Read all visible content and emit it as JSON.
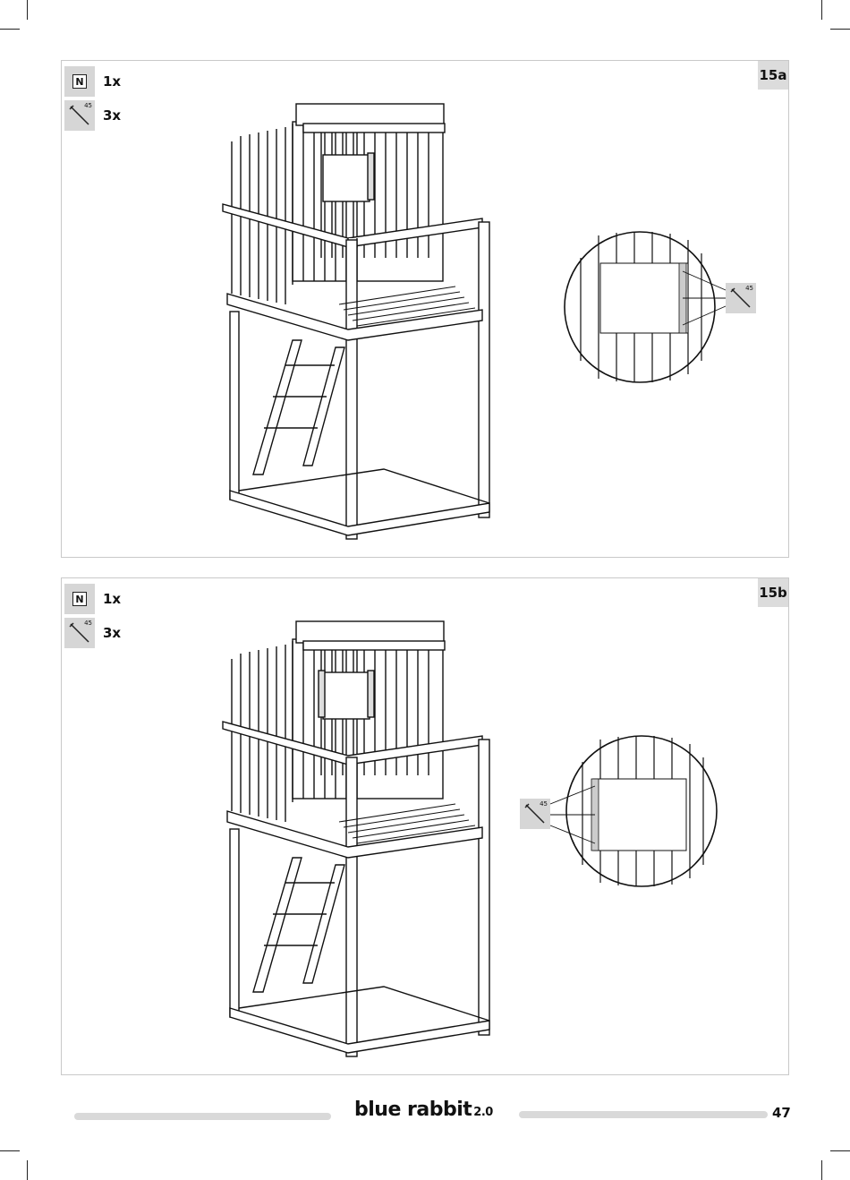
{
  "steps": [
    {
      "label": "15a",
      "parts": [
        {
          "icon": "n-board-icon",
          "badge": "N",
          "qty": "1x"
        },
        {
          "icon": "screw-icon",
          "length": "45",
          "qty": "3x"
        }
      ],
      "detail_screw_length": "45"
    },
    {
      "label": "15b",
      "parts": [
        {
          "icon": "n-board-icon",
          "badge": "N",
          "qty": "1x"
        },
        {
          "icon": "screw-icon",
          "length": "45",
          "qty": "3x"
        }
      ],
      "detail_screw_length": "45"
    }
  ],
  "footer": {
    "brand": "blue rabbit",
    "brand_version": "2.0",
    "page_number": "47"
  }
}
